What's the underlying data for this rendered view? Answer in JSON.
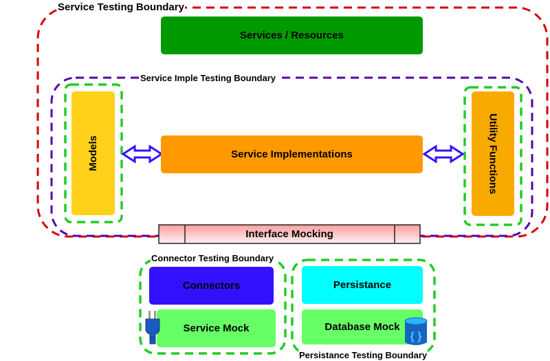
{
  "boundaries": {
    "service": "Service Testing Boundary",
    "service_impl": "Service Imple Testing Boundary",
    "connector": "Connector Testing Boundary",
    "persistance": "Persistance Testing Boundary"
  },
  "boxes": {
    "services_resources": "Services / Resources",
    "models": "Models",
    "service_implementations": "Service Implementations",
    "utility_functions": "Utility Functions",
    "interface_mocking": "Interface Mocking",
    "connectors": "Connectors",
    "service_mock": "Service Mock",
    "persistance": "Persistance",
    "database_mock": "Database Mock"
  },
  "icons": {
    "plug": "plug-icon",
    "database": "database-icon",
    "arrows": "double-arrow-icon"
  },
  "colors": {
    "service_boundary": "#d40000",
    "impl_boundary": "#5500aa",
    "green_boundary": "#22cc22",
    "services": "#009900",
    "models": "#ffd11a",
    "impl": "#ff9900",
    "utility": "#f9aa00",
    "connectors": "#3311ff",
    "mock": "#66ff66",
    "persistance": "#00ffff"
  }
}
